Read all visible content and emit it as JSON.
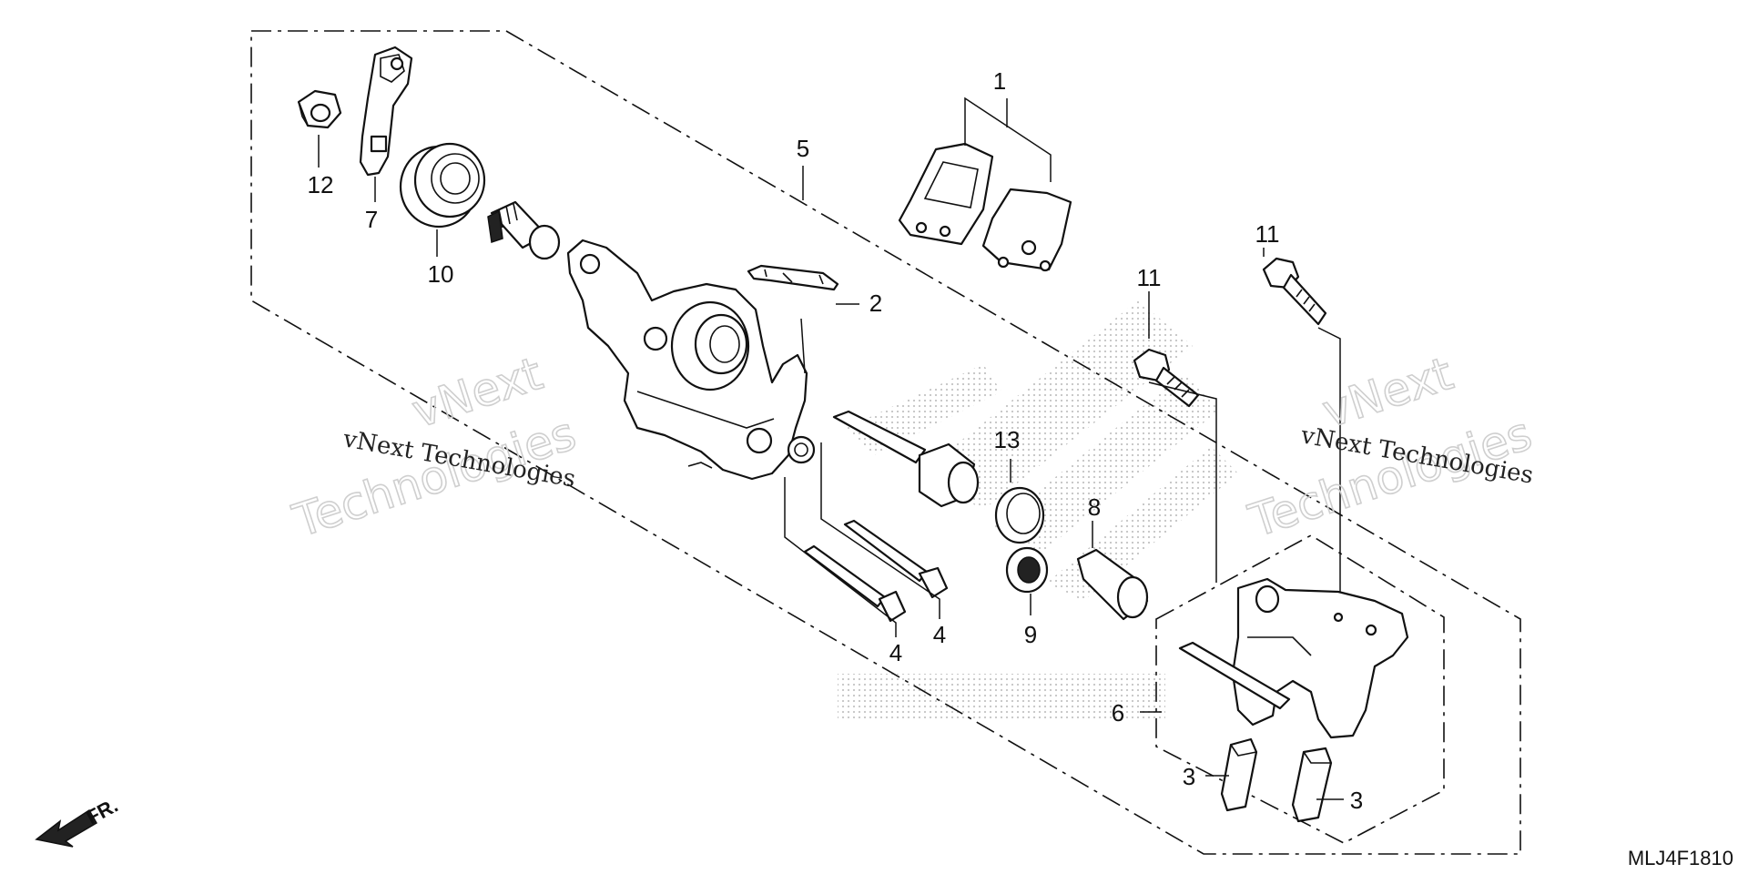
{
  "diagram": {
    "callouts": [
      {
        "id": "c1",
        "label": "1"
      },
      {
        "id": "c2",
        "label": "2"
      },
      {
        "id": "c3a",
        "label": "3"
      },
      {
        "id": "c3b",
        "label": "3"
      },
      {
        "id": "c4a",
        "label": "4"
      },
      {
        "id": "c4b",
        "label": "4"
      },
      {
        "id": "c5",
        "label": "5"
      },
      {
        "id": "c6",
        "label": "6"
      },
      {
        "id": "c7",
        "label": "7"
      },
      {
        "id": "c8",
        "label": "8"
      },
      {
        "id": "c9",
        "label": "9"
      },
      {
        "id": "c10",
        "label": "10"
      },
      {
        "id": "c11a",
        "label": "11"
      },
      {
        "id": "c11b",
        "label": "11"
      },
      {
        "id": "c12",
        "label": "12"
      },
      {
        "id": "c13",
        "label": "13"
      }
    ],
    "watermark": {
      "line1": "vNext",
      "line2": "Technologies",
      "caption": "vNext Technologies"
    },
    "front_arrow_label": "FR.",
    "diagram_code": "MLJ4F1810"
  }
}
